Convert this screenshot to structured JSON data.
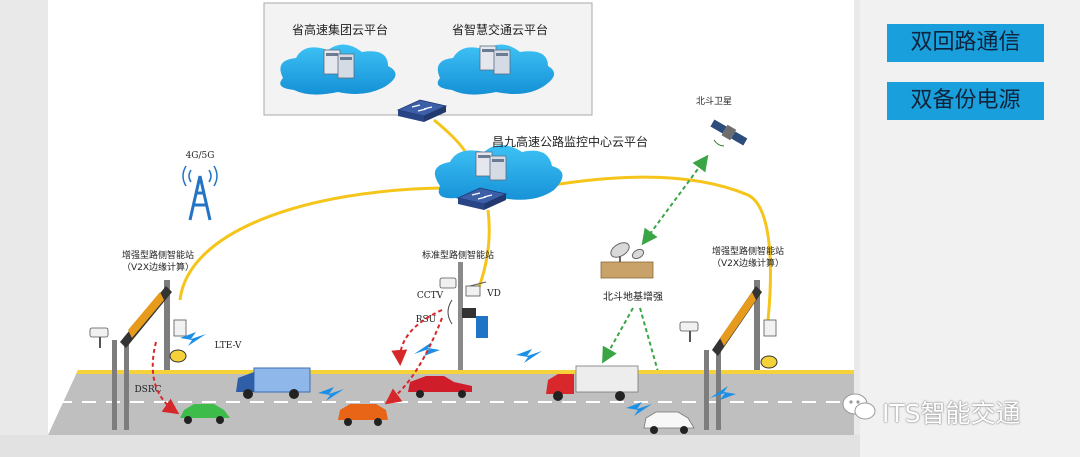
{
  "cloud_group": {
    "provincial_highway_group_cloud": "省高速集团云平台",
    "provincial_smart_transport_cloud": "省智慧交通云平台"
  },
  "center": {
    "monitoring_center_cloud": "昌九高速公路监控中心云平台"
  },
  "labels": {
    "tower": "4G/5G",
    "satellite": "北斗卫星",
    "enhanced_station_left_1": "增强型路侧智能站",
    "enhanced_station_left_2": "（V2X边缘计算）",
    "standard_station": "标准型路侧智能站",
    "enhanced_station_right_1": "增强型路侧智能站",
    "enhanced_station_right_2": "（V2X边缘计算）",
    "ground_enhancement": "北斗地基增强",
    "cctv": "CCTV",
    "vd": "VD",
    "rsu": "RSU",
    "lte_v": "LTE-V",
    "dsrc": "DSRC"
  },
  "features": [
    "双回路通信",
    "双备份电源"
  ],
  "watermark": "ITS智能交通",
  "icons": [
    "cloud-icon",
    "server-icon",
    "switch-icon",
    "signal-tower-icon",
    "satellite-icon",
    "satellite-dish-icon",
    "camera-icon",
    "gantry-icon",
    "vehicle-icon",
    "wechat-icon"
  ],
  "colors": {
    "link_line": "#f5c51b",
    "dsrc_arrow": "#d6282b",
    "gnss_arrow": "#3aa544",
    "wireless": "#1c8fe6",
    "cloud": "#1ea7e8",
    "road": "#bfbfbf",
    "feature_box": "#19a0dc"
  }
}
